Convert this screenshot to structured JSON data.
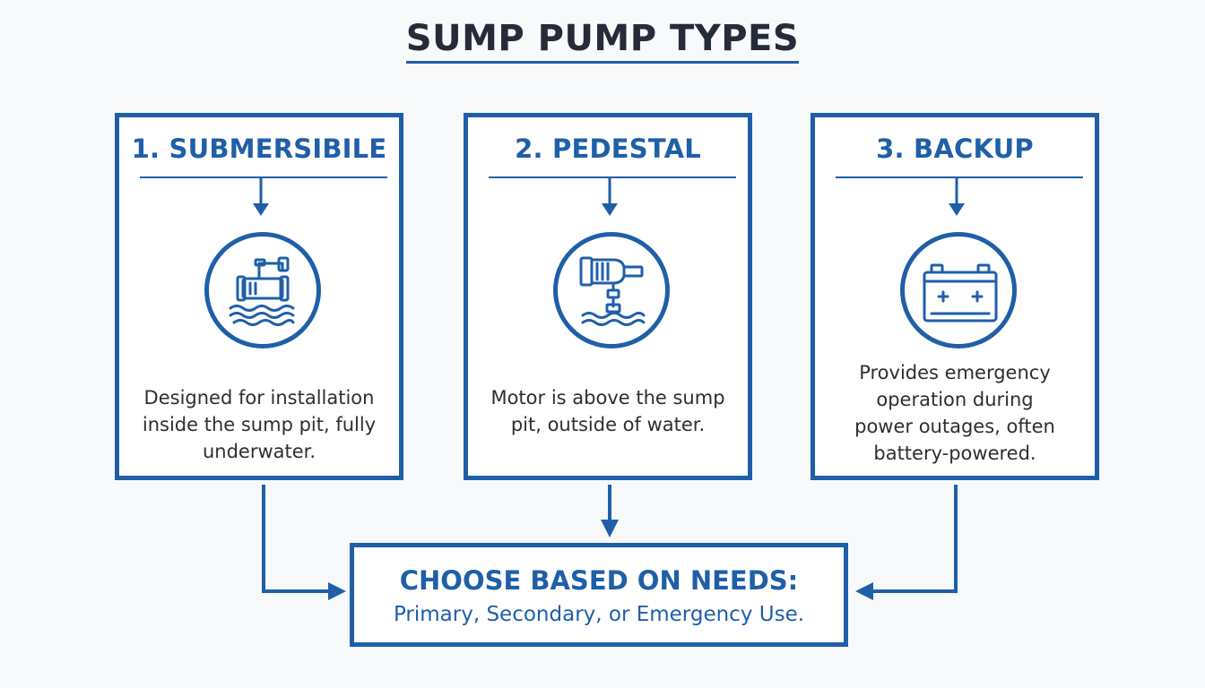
{
  "title": "SUMP PUMP TYPES",
  "colors": {
    "accent": "#1f5fa8",
    "title_text": "#262b3a",
    "body_text": "#2e2e33",
    "background": "#f8f9fb"
  },
  "cards": [
    {
      "title": "1. SUBMERSIBILE",
      "icon": "submersible-pump-icon",
      "description": "Designed for installation\ninside the sump pit, fully\nunderwater."
    },
    {
      "title": "2. PEDESTAL",
      "icon": "pedestal-pump-icon",
      "description": "Motor is above the sump\npit, outside of water."
    },
    {
      "title": "3. BACKUP",
      "icon": "battery-icon",
      "description": "Provides emergency\noperation during\npower outages, often\nbattery-powered."
    }
  ],
  "decision": {
    "title": "CHOOSE BASED ON NEEDS:",
    "subtitle": "Primary, Secondary, or Emergency Use."
  }
}
